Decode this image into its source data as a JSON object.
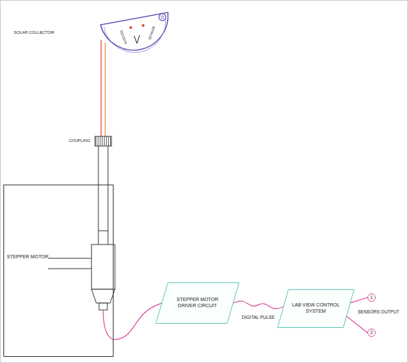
{
  "diagram": {
    "nodes": [
      {
        "text": [
          "STEPPER MOTOR"
        ]
      },
      {
        "text": [
          "STEPPER MOTOR DRIVER CIRCUIT"
        ]
      },
      {
        "text": [
          "LAB VIEW CONTROL SYSTEM"
        ]
      },
      {
        "text": [
          "1"
        ]
      },
      {
        "text": [
          "2"
        ]
      }
    ],
    "edges": [
      {
        "from": 0,
        "to": 1,
        "arrow": "none"
      },
      {
        "from": 1,
        "to": 2,
        "label": "DIGITAL PULSE",
        "arrow": "none"
      },
      {
        "from": 2,
        "to": 3,
        "arrow": "none"
      },
      {
        "from": 2,
        "to": 4,
        "arrow": "none"
      }
    ],
    "labels": [
      "SOLAR COLLECTOR",
      "SENSOR",
      "SENSOR",
      "COUPLING",
      "SENSORS OUTPUT"
    ]
  }
}
